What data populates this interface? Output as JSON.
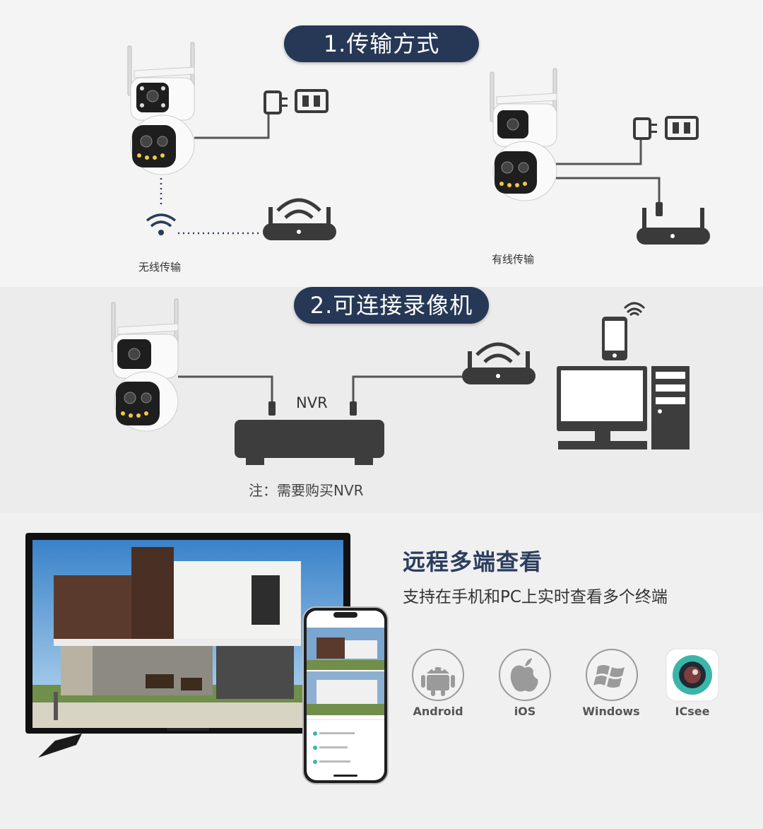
{
  "section1": {
    "title": "1.传输方式",
    "wireless_caption": "无线传输",
    "wired_caption": "有线传输"
  },
  "section2": {
    "title": "2.可连接录像机",
    "nvr_label": "NVR",
    "note": "注：需要购买NVR"
  },
  "section3": {
    "headline": "远程多端查看",
    "subline": "支持在手机和PC上实时查看多个终端",
    "platforms": [
      {
        "label": "Android",
        "icon": "android-icon"
      },
      {
        "label": "iOS",
        "icon": "apple-icon"
      },
      {
        "label": "Windows",
        "icon": "windows-icon"
      },
      {
        "label": "ICsee",
        "icon": "icsee-app-icon"
      }
    ]
  },
  "colors": {
    "pill_bg": "#263856",
    "headline": "#2c3e5e",
    "device_dark": "#3d3d3d",
    "icsee_teal": "#3bb5a9"
  }
}
